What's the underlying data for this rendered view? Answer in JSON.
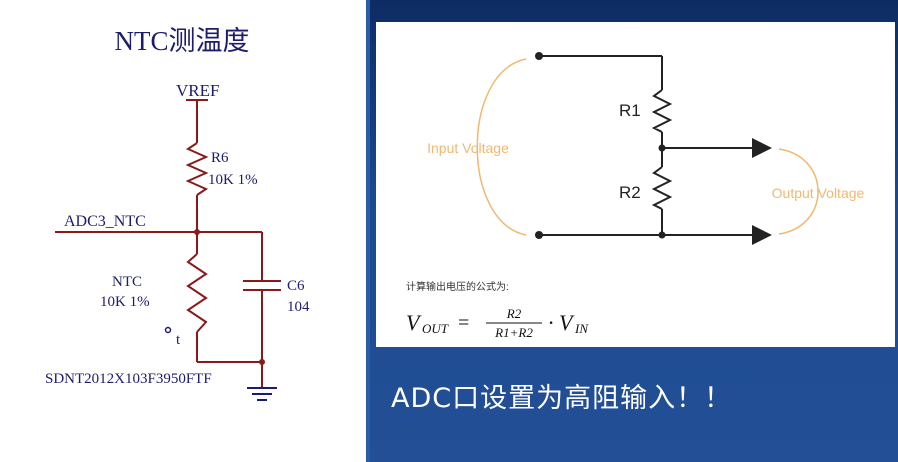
{
  "left_schematic": {
    "title": "NTC测温度",
    "vref_label": "VREF",
    "r6_label": "R6",
    "r6_value": "10K 1%",
    "adc_label": "ADC3_NTC",
    "ntc_label": "NTC",
    "ntc_value": "10K 1%",
    "ntc_temp_symbol": "t",
    "c6_label": "C6",
    "c6_value": "104",
    "part_number": "SDNT2012X103F3950FTF"
  },
  "divider_circuit": {
    "input_label": "Input Voltage",
    "output_label": "Output Voltage",
    "r1_label": "R1",
    "r2_label": "R2",
    "formula_caption": "计算输出电压的公式为:",
    "formula_lhs": "V",
    "formula_lhs_sub": "OUT",
    "formula_equals": "=",
    "formula_numerator": "R2",
    "formula_denominator": "R1+R2",
    "formula_rhs": "· V",
    "formula_rhs_sub": "IN"
  },
  "caption": "ADC口设置为高阻输入！！",
  "colors": {
    "schematic_text": "#1c1c6e",
    "wire": "#8a1a1a",
    "orange": "#f0b870",
    "background_blue": "#1a3f7a"
  }
}
